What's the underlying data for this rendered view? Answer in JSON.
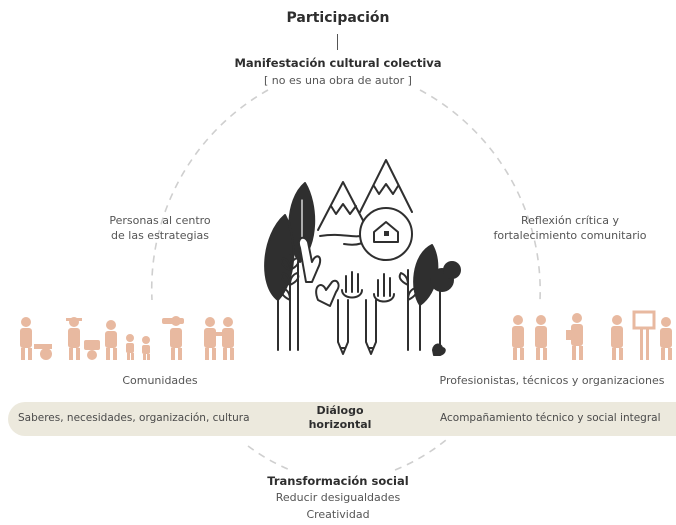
{
  "title": "Participación",
  "manifestation": {
    "title": "Manifestación cultural colectiva",
    "subtitle": "[ no es una obra de autor ]"
  },
  "left_label": {
    "line1": "Personas al centro",
    "line2": "de las estrategias"
  },
  "right_label": {
    "line1": "Reflexión crítica y",
    "line2": "fortalecimiento comunitario"
  },
  "left_group": "Comunidades",
  "right_group": "Profesionistas, técnicos y organizaciones",
  "band": {
    "left_text": "Saberes, necesidades, organización, cultura",
    "center_line1": "Diálogo",
    "center_line2": "horizontal",
    "right_text": "Acompañamiento técnico y social integral"
  },
  "bottom": {
    "title": "Transformación social",
    "line1": "Reducir desigualdades",
    "line2": "Creatividad"
  },
  "colors": {
    "accent": "#e8b9a0",
    "ink": "#2e2e2e",
    "band": "#ece9dd",
    "dash": "#cfcfcf"
  },
  "icons": [
    "mountain-icon",
    "house-icon",
    "leaf-icon",
    "raised-hand-icon",
    "pencil-icon",
    "bird-icon",
    "person-icon"
  ]
}
